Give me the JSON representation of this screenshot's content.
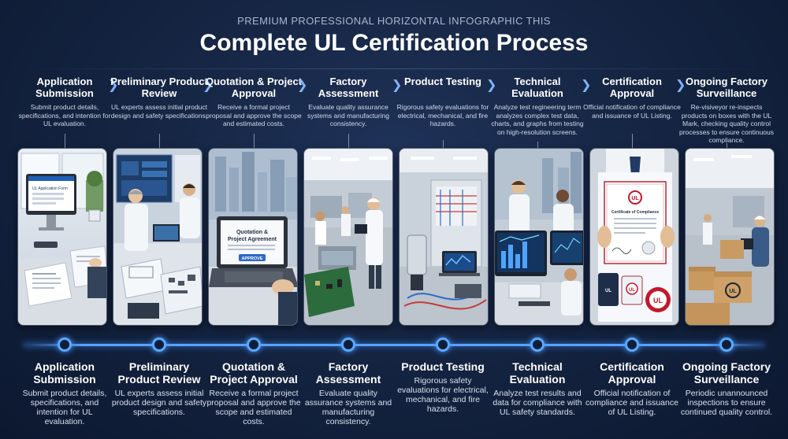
{
  "header": {
    "subtitle": "PREMIUM PROFESSIONAL HORIZONTAL INFOGRAPHIC THIS",
    "title": "Complete UL Certification Process"
  },
  "steps_top": [
    {
      "title": "Application Submission",
      "desc": "Submit product details, specifications, and intention for UL evaluation."
    },
    {
      "title": "Preliminary Product Review",
      "desc": "UL experts assess initial product design and safety specifications."
    },
    {
      "title": "Quotation & Project Approval",
      "desc": "Receive a formal project proposal and approve the scope and estimated costs."
    },
    {
      "title": "Factory Assessment",
      "desc": "Evaluate quality assurance systems and manufacturing consistency."
    },
    {
      "title": "Product Testing",
      "desc": "Rigorous safety evaluations for electrical, mechanical, and fire hazards."
    },
    {
      "title": "Technical Evaluation",
      "desc": "Analyze test regineering term analyzes complex test data, charts, and graphs from testing on high-resolution screens."
    },
    {
      "title": "Certification Approval",
      "desc": "Official notification of compliance and issuance of UL Listing."
    },
    {
      "title": "Ongoing Factory Surveillance",
      "desc": "Re-visiveyor re-inspects products on boxes with the UL Mark, checking quality control processes to ensure continuous compliance."
    }
  ],
  "steps_bottom": [
    {
      "title": "Application Submission",
      "desc": "Submit product details, specifications, and intention for UL evaluation."
    },
    {
      "title": "Preliminary Product Review",
      "desc": "UL experts assess initial product design and safety specifications."
    },
    {
      "title": "Quotation & Project Approval",
      "desc": "Receive a formal project proposal and approve the scope and estimated costs."
    },
    {
      "title": "Factory Assessment",
      "desc": "Evaluate quality assurance systems and manufacturing consistency."
    },
    {
      "title": "Product Testing",
      "desc": "Rigorous safety evaluations for electrical, mechanical, and fire hazards."
    },
    {
      "title": "Technical Evaluation",
      "desc": "Analyze test results and data for compliance with UL safety standards."
    },
    {
      "title": "Certification Approval",
      "desc": "Official notification of compliance and issuance of UL Listing."
    },
    {
      "title": "Ongoing Factory Surveillance",
      "desc": "Periodic unannounced inspections to ensure continued quality control."
    }
  ],
  "panel_text": {
    "application_form": "UL Application Form",
    "agreement_line1": "Quotation &",
    "agreement_line2": "Project Agreement",
    "approve_button": "APPROVE",
    "certificate_title": "Certificate of Compliance",
    "ul_mark": "UL"
  },
  "colors": {
    "background": "#152543",
    "timeline": "#5aa2ff",
    "ul_red": "#c0192b"
  }
}
